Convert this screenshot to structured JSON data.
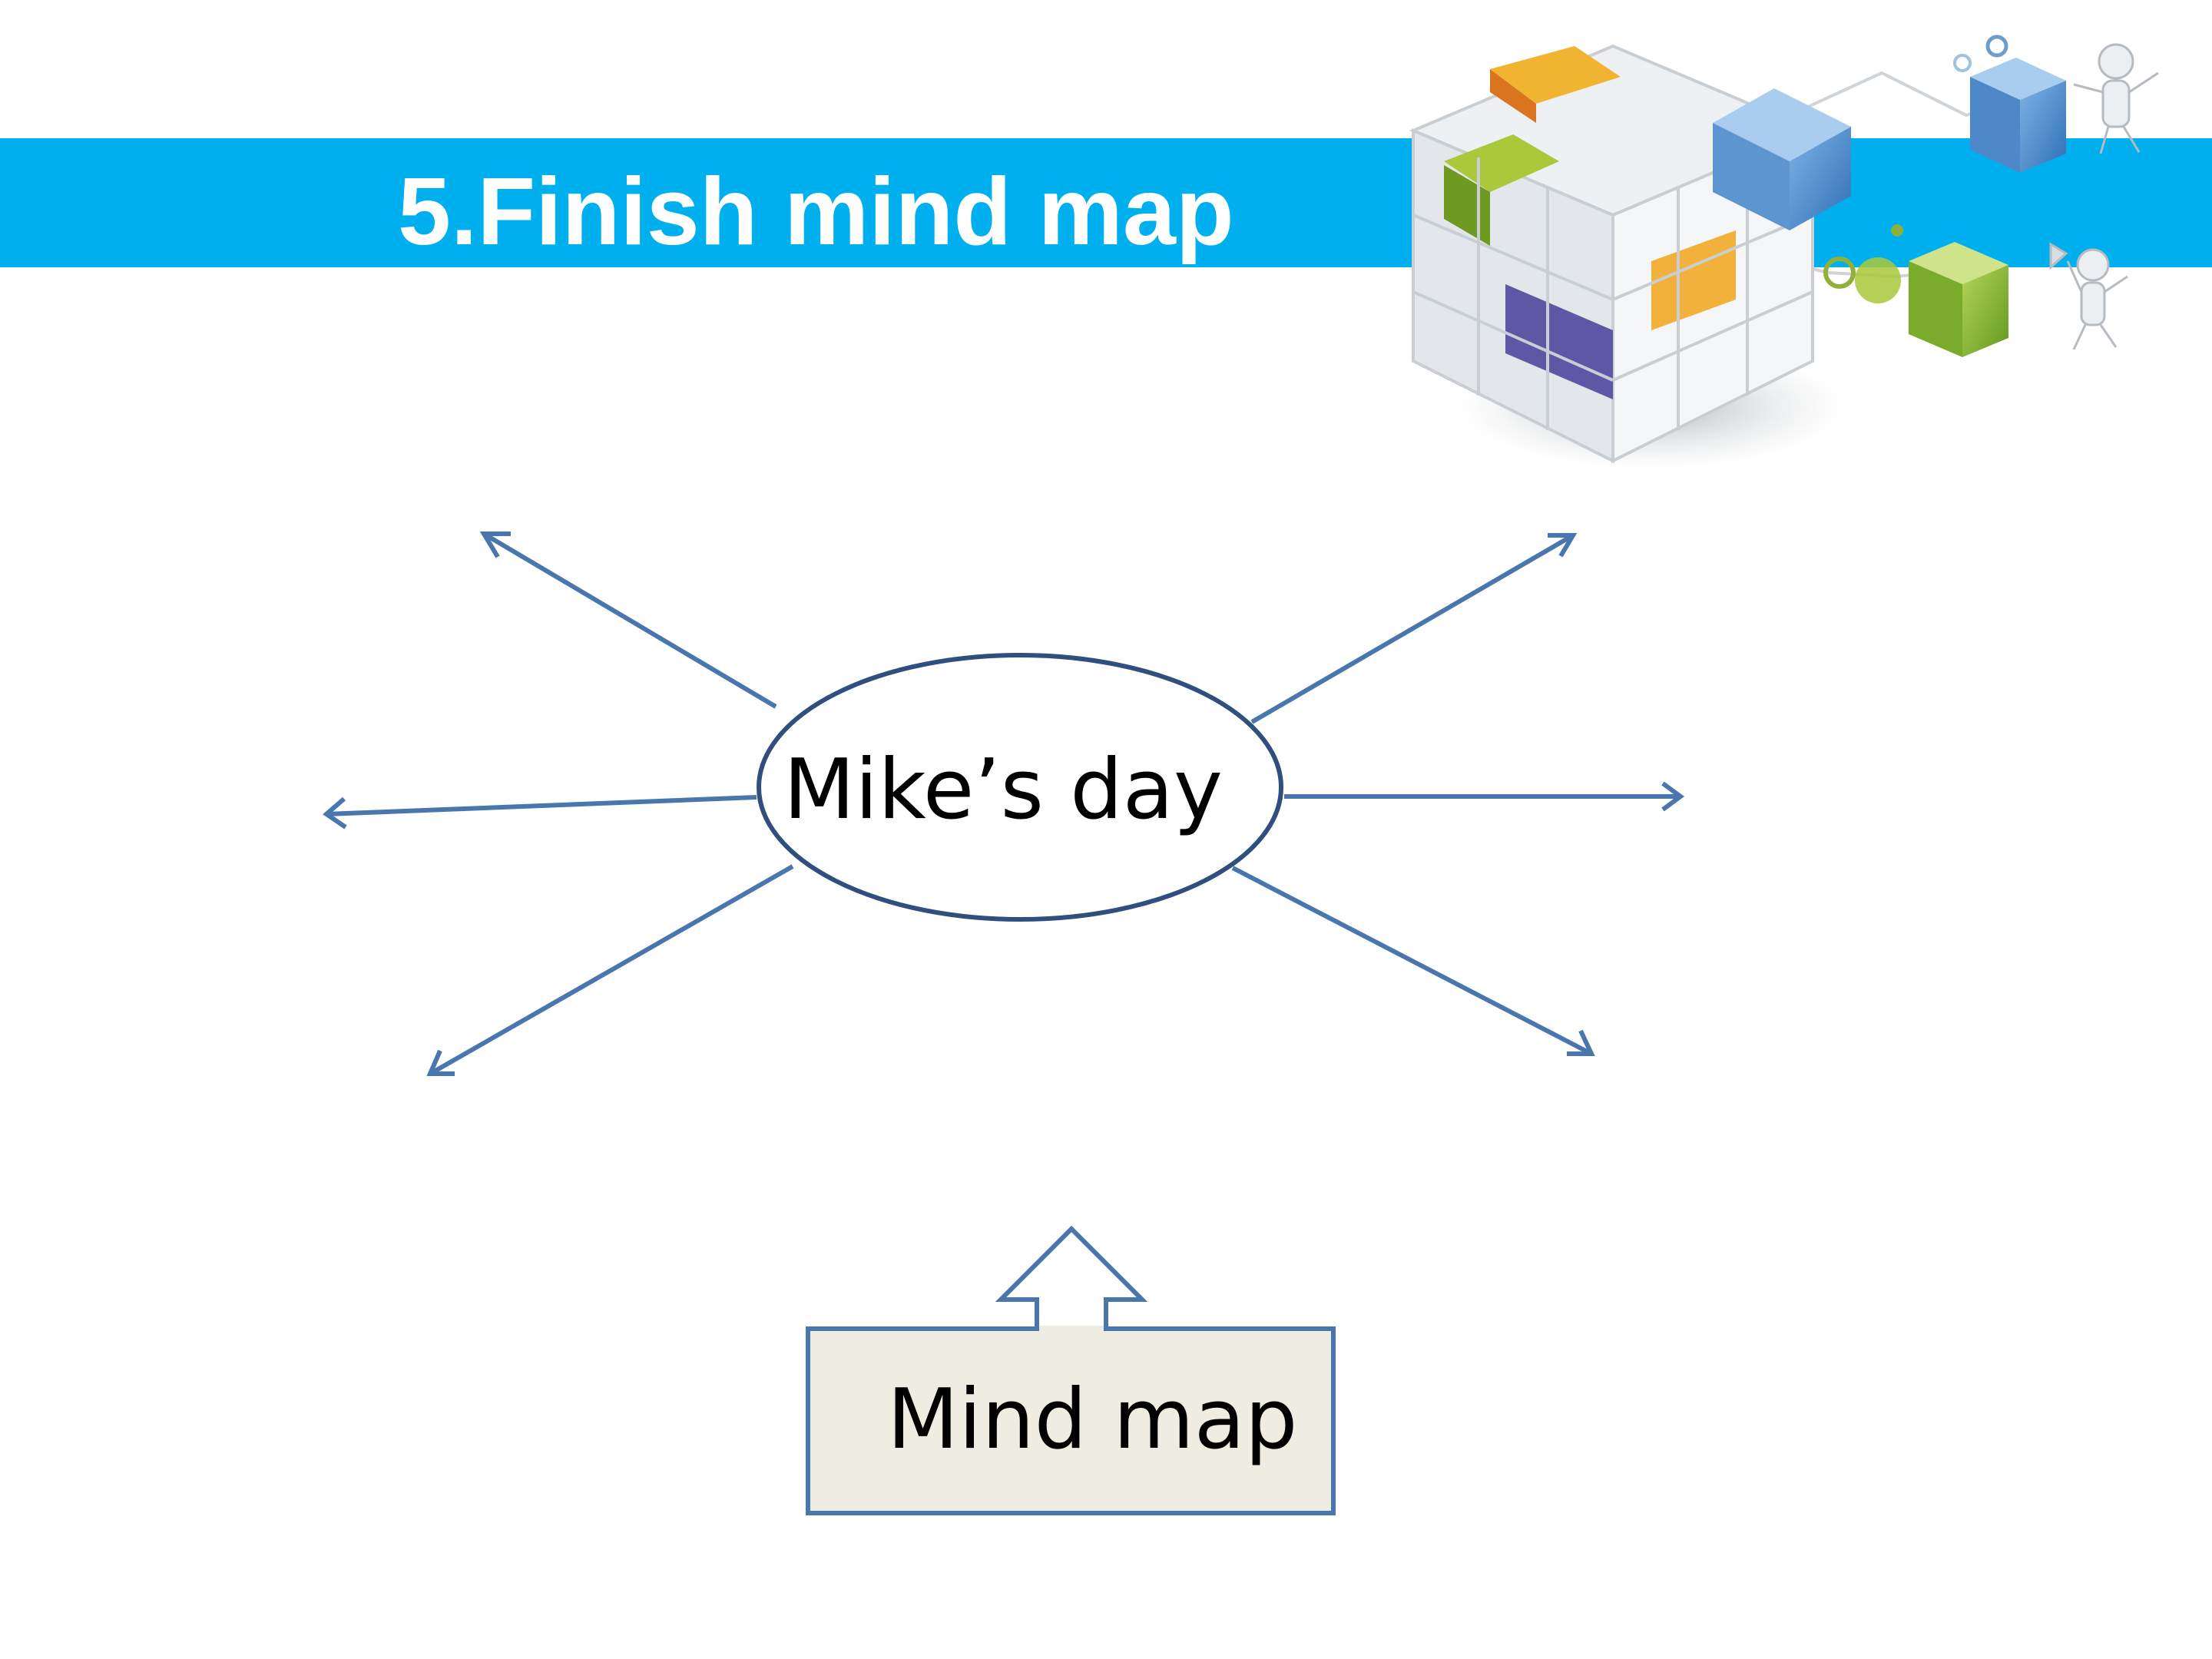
{
  "slide": {
    "title": "5.Finish mind map",
    "banner_color": "#00b0ee"
  },
  "mind_map": {
    "center_label": "Mike’s day",
    "branch_count": 6,
    "line_color": "#4a76ae",
    "ellipse_stroke": "#2f4f7f"
  },
  "callout": {
    "label": "Mind map",
    "fill_color": "#efece2",
    "stroke_color": "#4a76ae"
  },
  "decoration": {
    "cube_icon": "rubiks-cube-icon",
    "figure_icon": "stick-figure-icon"
  }
}
